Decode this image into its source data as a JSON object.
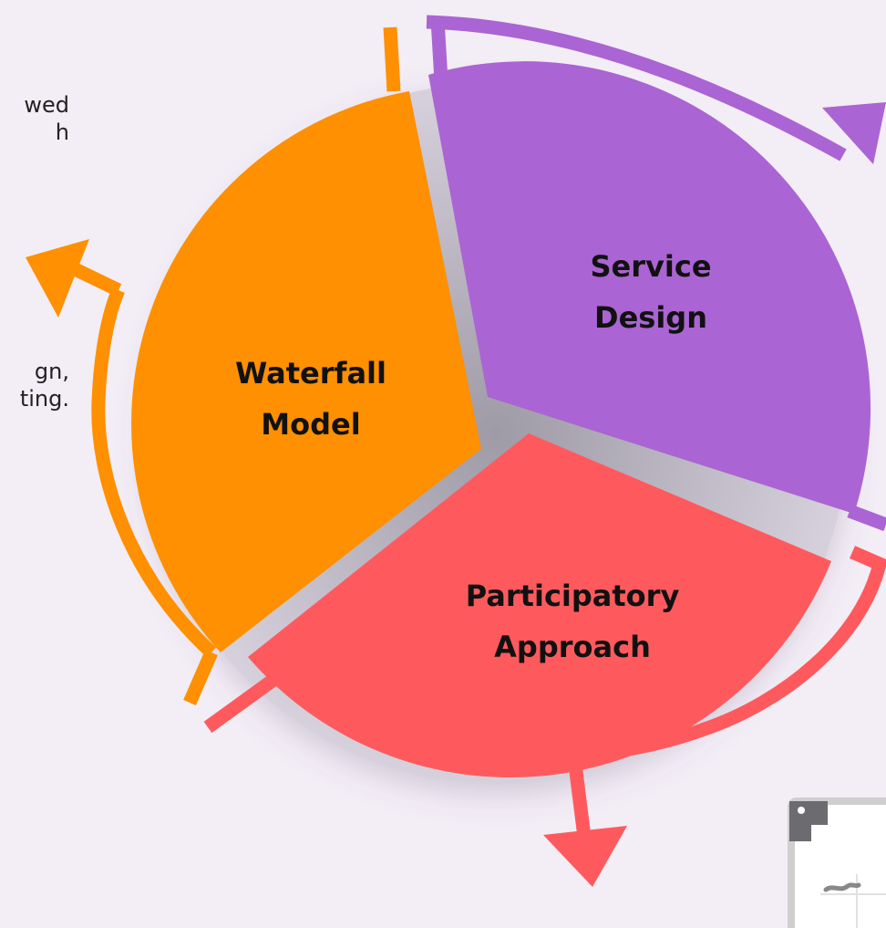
{
  "diagram": {
    "segments": [
      {
        "id": "service-design",
        "label_lines": [
          "Service",
          "Design"
        ],
        "color": "#ab64d3"
      },
      {
        "id": "participatory-approach",
        "label_lines": [
          "Participatory",
          "Approach"
        ],
        "color": "#fe5a5e"
      },
      {
        "id": "waterfall-model",
        "label_lines": [
          "Waterfall",
          "Model"
        ],
        "color": "#fe9001"
      }
    ]
  },
  "descriptions": {
    "top_lines": [
      "wed",
      "h"
    ],
    "mid_lines": [
      "gn,",
      "ting."
    ]
  },
  "colors": {
    "background": "#f3edf6",
    "board_frame": "#cfcfcf",
    "board_clip": "#6b6b70"
  },
  "icons": [
    "whiteboard-icon"
  ]
}
